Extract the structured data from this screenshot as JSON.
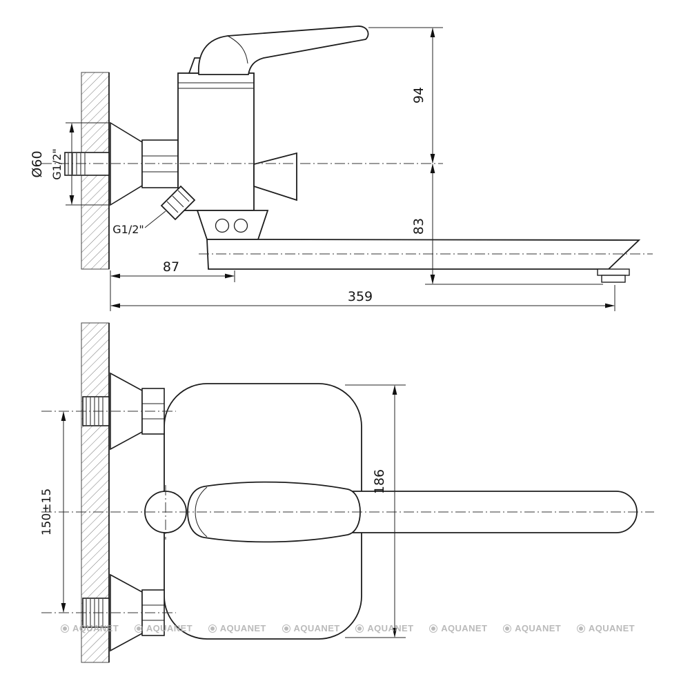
{
  "dimensions": {
    "flange_diameter": "Ø60",
    "wall_thread": "G1/2\"",
    "shower_outlet_thread": "G1/2\"",
    "wall_to_spout_drop": "87",
    "spout_reach_total": "359",
    "handle_top_to_axis": "94",
    "axis_to_spout_outlet": "83",
    "mounting_centers": "150±15",
    "body_height": "186"
  },
  "watermark": {
    "text": "AQUANET",
    "count": 8,
    "color": "#a9a9a9"
  }
}
